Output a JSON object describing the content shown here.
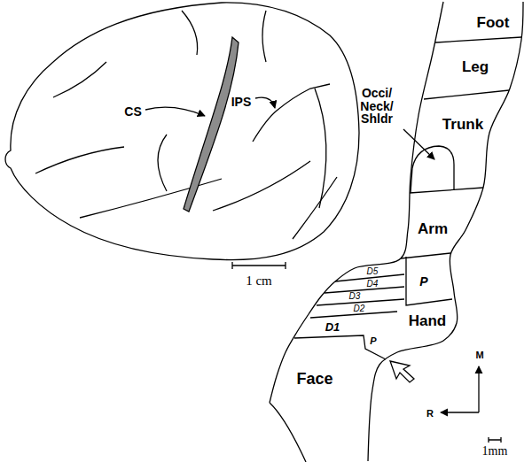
{
  "diagram": {
    "labels": [
      "CS",
      "IPS",
      "1 cm",
      "Foot",
      "Leg",
      "Trunk",
      "Occi/ Neck/ Shldr",
      "Arm",
      "D5",
      "D4",
      "D3",
      "D2",
      "D1",
      "P",
      "Hand",
      "P",
      "Face",
      "M",
      "R",
      "1mm"
    ]
  }
}
